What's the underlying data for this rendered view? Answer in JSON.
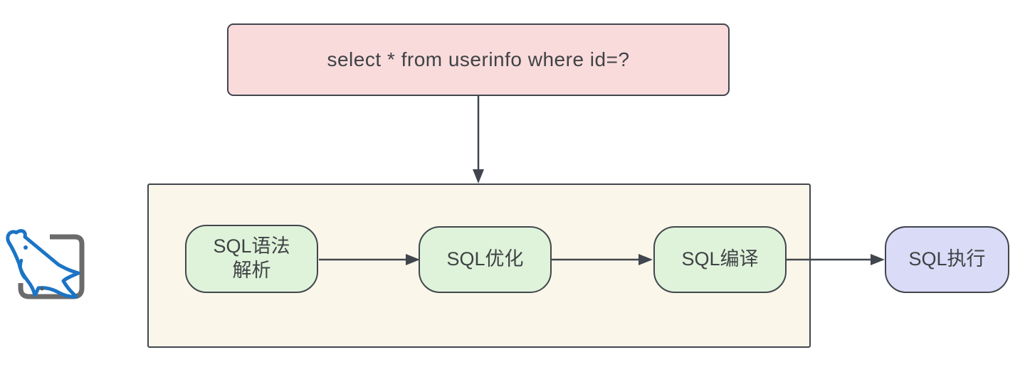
{
  "diagram": {
    "query_box": {
      "text": "select * from userinfo where id=?"
    },
    "steps": [
      {
        "label": "SQL语法\n解析"
      },
      {
        "label": "SQL优化"
      },
      {
        "label": "SQL编译"
      }
    ],
    "output_box": {
      "label": "SQL执行"
    },
    "icons": {
      "logo": "mysql-dolphin-icon"
    },
    "colors": {
      "query_box_bg": "#f9dbdc",
      "step_bg": "#dff3da",
      "output_bg": "#dadbf6",
      "container_bg": "#faf6e9",
      "stroke": "#41464e",
      "logo_blue": "#1b74c5",
      "logo_gray": "#6b6b6b"
    }
  }
}
